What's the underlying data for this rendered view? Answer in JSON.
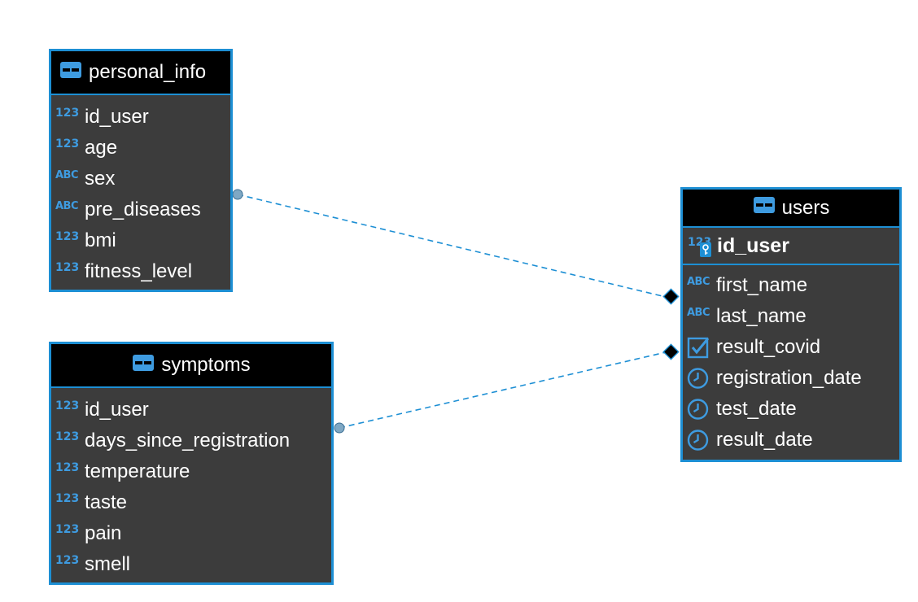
{
  "entities": {
    "personal_info": {
      "title": "personal_info",
      "columns": [
        {
          "type_label": "123",
          "name": "id_user"
        },
        {
          "type_label": "123",
          "name": "age"
        },
        {
          "type_label": "ABC",
          "name": "sex"
        },
        {
          "type_label": "ABC",
          "name": "pre_diseases"
        },
        {
          "type_label": "123",
          "name": "bmi"
        },
        {
          "type_label": "123",
          "name": "fitness_level"
        }
      ]
    },
    "symptoms": {
      "title": "symptoms",
      "columns": [
        {
          "type_label": "123",
          "name": "id_user"
        },
        {
          "type_label": "123",
          "name": "days_since_registration"
        },
        {
          "type_label": "123",
          "name": "temperature"
        },
        {
          "type_label": "123",
          "name": "taste"
        },
        {
          "type_label": "123",
          "name": "pain"
        },
        {
          "type_label": "123",
          "name": "smell"
        }
      ]
    },
    "users": {
      "title": "users",
      "primary_key": {
        "type_label": "123",
        "name": "id_user",
        "icon": "key-icon"
      },
      "columns": [
        {
          "type_label": "ABC",
          "name": "first_name"
        },
        {
          "type_label": "ABC",
          "name": "last_name"
        },
        {
          "type_icon": "checkbox-icon",
          "name": "result_covid"
        },
        {
          "type_icon": "clock-icon",
          "name": "registration_date"
        },
        {
          "type_icon": "clock-icon",
          "name": "test_date"
        },
        {
          "type_icon": "clock-icon",
          "name": "result_date"
        }
      ]
    }
  },
  "relationships": [
    {
      "from": "personal_info",
      "to": "users"
    },
    {
      "from": "symptoms",
      "to": "users"
    }
  ],
  "colors": {
    "border": "#1d8fd4",
    "header_bg": "#000000",
    "body_bg": "#3c3c3c",
    "type_icon": "#3e9be0",
    "link": "#1d8fd4"
  }
}
